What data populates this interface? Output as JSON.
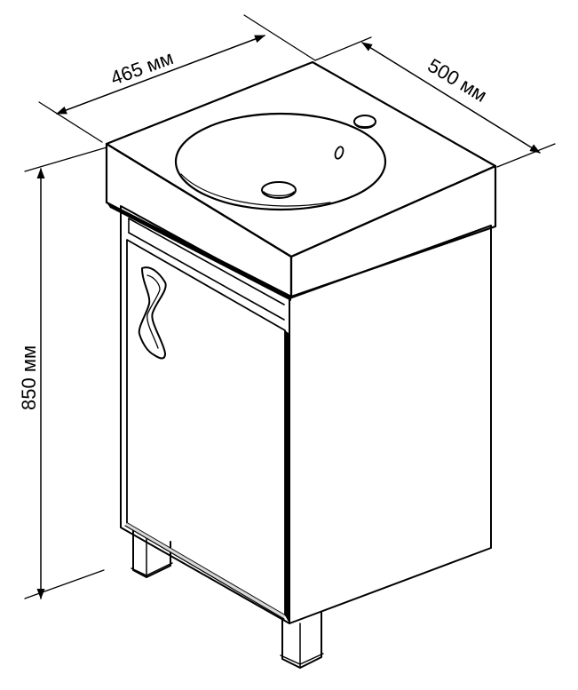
{
  "dimensions": {
    "width_label": "465 мм",
    "depth_label": "500 мм",
    "height_label": "850 мм"
  },
  "colors": {
    "line": "#000000",
    "background": "#ffffff",
    "shadow": "#cfcfcf"
  }
}
